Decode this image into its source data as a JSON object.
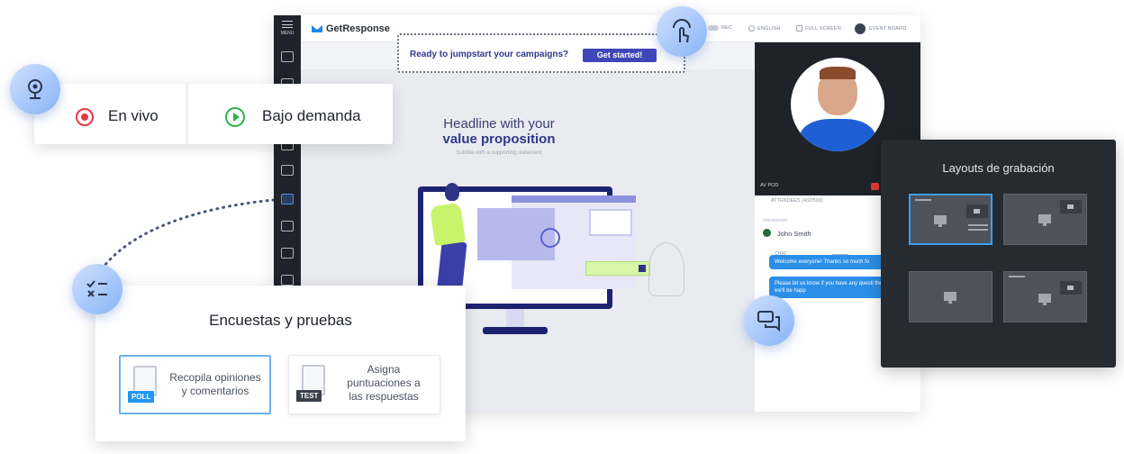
{
  "app": {
    "sidebar": {
      "menu_label": "MENU"
    },
    "topbar": {
      "logo": "GetResponse",
      "rec_label": "REC",
      "language": "ENGLISH",
      "fullscreen": "FULL SCREEN",
      "event_board": "EVENT BOARD"
    },
    "stage": {
      "banner_text": "Ready to jumpstart your campaigns?",
      "banner_button": "Get started!",
      "headline_line1": "Headline with your",
      "headline_line2": "value proposition",
      "subtitle": "Subtitle with a supporting statement"
    },
    "right_panel": {
      "av_label": "AV POD",
      "attendees": "ATTENDEES (432/500)",
      "presenters_label": "PRESENTER",
      "presenter_name": "John Smith",
      "chat_label": "CHAT",
      "messages": [
        "Welcome everyone! Thanks so much fo",
        "Please let us know if you have any questi the chat pod - we'll be happ"
      ]
    }
  },
  "mode_card": {
    "live_label": "En vivo",
    "on_demand_label": "Bajo demanda"
  },
  "polls_card": {
    "title": "Encuestas y pruebas",
    "options": [
      {
        "tag": "POLL",
        "text_line1": "Recopila opiniones",
        "text_line2": "y comentarios"
      },
      {
        "tag": "TEST",
        "text_line1": "Asigna",
        "text_line2": "puntuaciones a",
        "text_line3": "las respuestas"
      }
    ]
  },
  "recording_card": {
    "title": "Layouts de grabación"
  },
  "colors": {
    "accent_blue": "#3f46b8",
    "live_red": "#e53945",
    "on_demand_green": "#2bb34a",
    "selected_border": "#3aa1f0",
    "dark_panel": "#262a31"
  },
  "icons": {
    "webcam": "webcam-icon",
    "touch": "touch-gesture-icon",
    "poll": "checklist-icon",
    "chat": "chat-bubbles-icon"
  }
}
